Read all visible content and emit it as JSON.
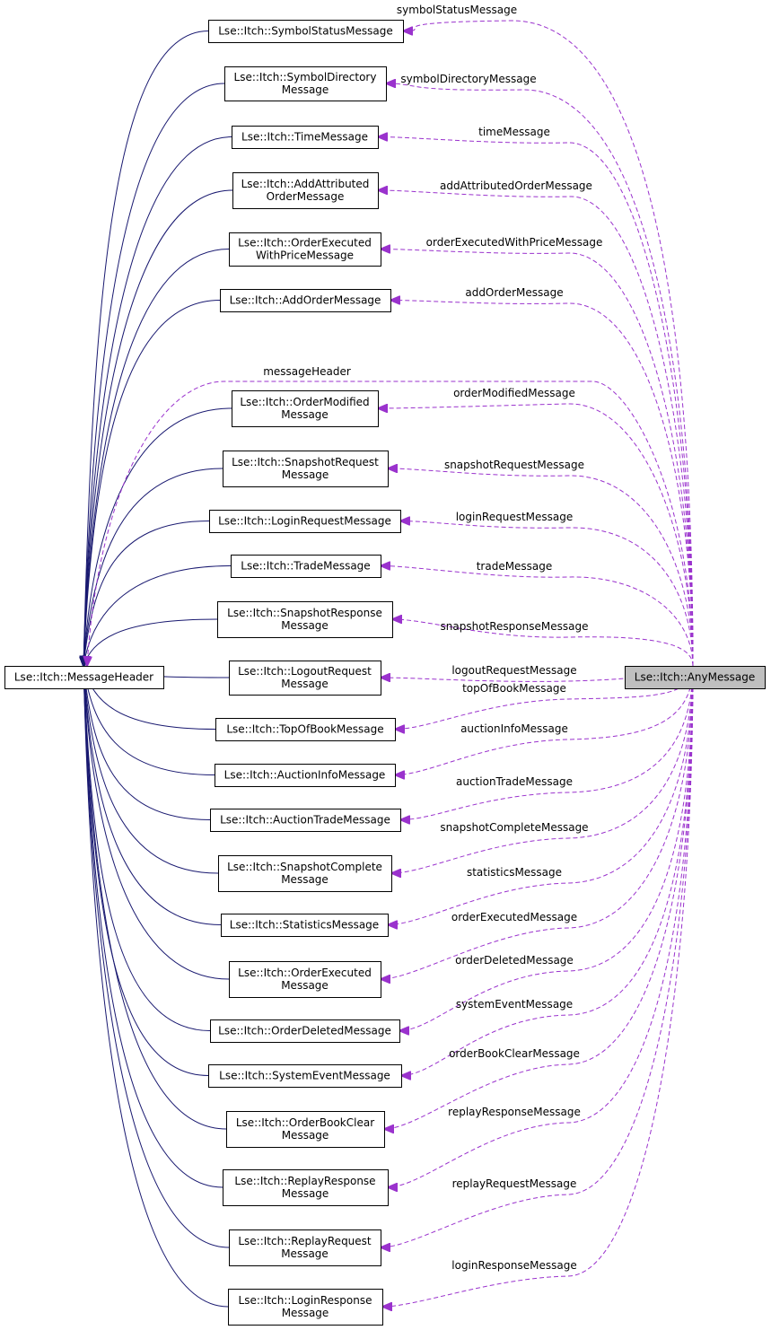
{
  "colors": {
    "inheritance_edge": "#191970",
    "usage_edge": "#9a32cd",
    "focus_node_fill": "#bfbfbf",
    "node_fill": "#ffffff",
    "node_border": "#000000"
  },
  "base_class": "Lse::Itch::MessageHeader",
  "focus_class": "Lse::Itch::AnyMessage",
  "message_header_member": "messageHeader",
  "classes": [
    {
      "lines": [
        "Lse::Itch::SymbolStatusMessage"
      ],
      "member": "symbolStatusMessage"
    },
    {
      "lines": [
        "Lse::Itch::SymbolDirectory",
        "Message"
      ],
      "member": "symbolDirectoryMessage"
    },
    {
      "lines": [
        "Lse::Itch::TimeMessage"
      ],
      "member": "timeMessage"
    },
    {
      "lines": [
        "Lse::Itch::AddAttributed",
        "OrderMessage"
      ],
      "member": "addAttributedOrderMessage"
    },
    {
      "lines": [
        "Lse::Itch::OrderExecuted",
        "WithPriceMessage"
      ],
      "member": "orderExecutedWithPriceMessage"
    },
    {
      "lines": [
        "Lse::Itch::AddOrderMessage"
      ],
      "member": "addOrderMessage"
    },
    {
      "lines": [
        "Lse::Itch::OrderModified",
        "Message"
      ],
      "member": "orderModifiedMessage"
    },
    {
      "lines": [
        "Lse::Itch::SnapshotRequest",
        "Message"
      ],
      "member": "snapshotRequestMessage"
    },
    {
      "lines": [
        "Lse::Itch::LoginRequestMessage"
      ],
      "member": "loginRequestMessage"
    },
    {
      "lines": [
        "Lse::Itch::TradeMessage"
      ],
      "member": "tradeMessage"
    },
    {
      "lines": [
        "Lse::Itch::SnapshotResponse",
        "Message"
      ],
      "member": "snapshotResponseMessage"
    },
    {
      "lines": [
        "Lse::Itch::LogoutRequest",
        "Message"
      ],
      "member": "logoutRequestMessage"
    },
    {
      "lines": [
        "Lse::Itch::TopOfBookMessage"
      ],
      "member": "topOfBookMessage"
    },
    {
      "lines": [
        "Lse::Itch::AuctionInfoMessage"
      ],
      "member": "auctionInfoMessage"
    },
    {
      "lines": [
        "Lse::Itch::AuctionTradeMessage"
      ],
      "member": "auctionTradeMessage"
    },
    {
      "lines": [
        "Lse::Itch::SnapshotComplete",
        "Message"
      ],
      "member": "snapshotCompleteMessage"
    },
    {
      "lines": [
        "Lse::Itch::StatisticsMessage"
      ],
      "member": "statisticsMessage"
    },
    {
      "lines": [
        "Lse::Itch::OrderExecuted",
        "Message"
      ],
      "member": "orderExecutedMessage"
    },
    {
      "lines": [
        "Lse::Itch::OrderDeletedMessage"
      ],
      "member": "orderDeletedMessage"
    },
    {
      "lines": [
        "Lse::Itch::SystemEventMessage"
      ],
      "member": "systemEventMessage"
    },
    {
      "lines": [
        "Lse::Itch::OrderBookClear",
        "Message"
      ],
      "member": "orderBookClearMessage"
    },
    {
      "lines": [
        "Lse::Itch::ReplayResponse",
        "Message"
      ],
      "member": "replayResponseMessage"
    },
    {
      "lines": [
        "Lse::Itch::ReplayRequest",
        "Message"
      ],
      "member": "replayRequestMessage"
    },
    {
      "lines": [
        "Lse::Itch::LoginResponse",
        "Message"
      ],
      "member": "loginResponseMessage"
    }
  ]
}
